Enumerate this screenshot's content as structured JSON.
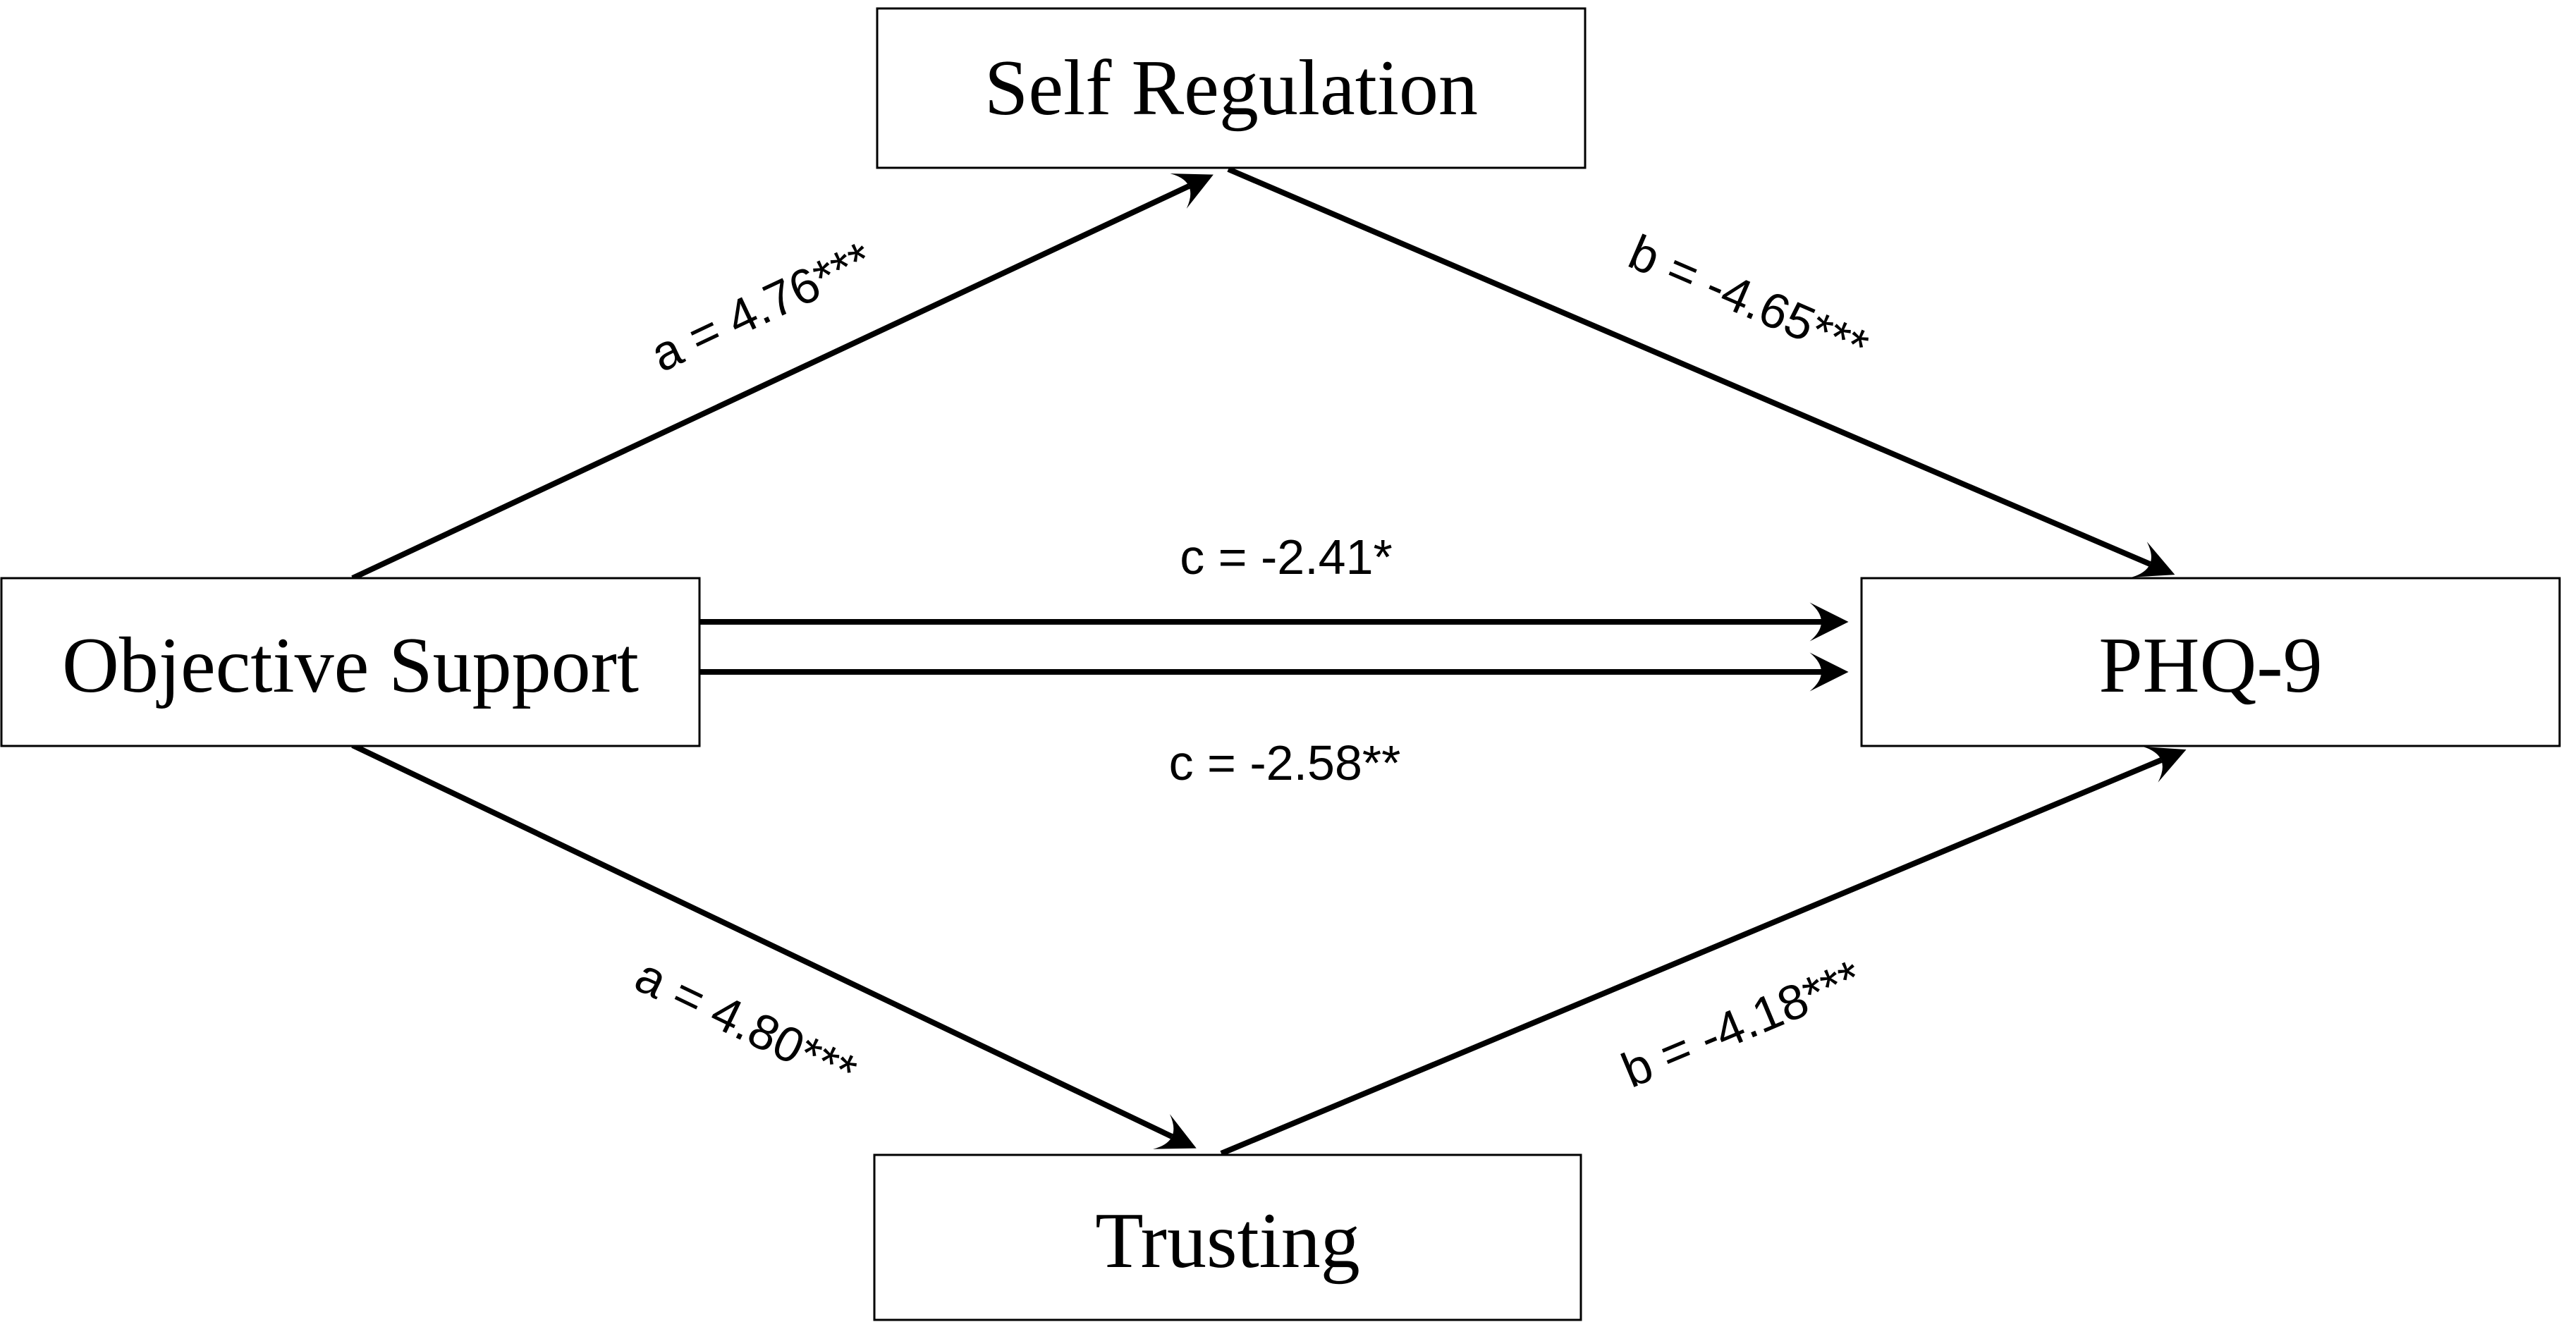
{
  "figure": {
    "type": "mediation-path-diagram",
    "background_color": "#ffffff",
    "ink_color": "#000000",
    "nodes": {
      "self_regulation": {
        "label": "Self Regulation",
        "role": "mediator-top"
      },
      "objective_support": {
        "label": "Objective Support",
        "role": "predictor-left"
      },
      "phq9": {
        "label": "PHQ-9",
        "role": "outcome-right"
      },
      "trusting": {
        "label": "Trusting",
        "role": "mediator-bottom"
      }
    },
    "paths": {
      "a_self_regulation": {
        "label": "a = 4.76***",
        "from": "Objective Support",
        "to": "Self Regulation"
      },
      "b_self_regulation": {
        "label": "b = -4.65***",
        "from": "Self Regulation",
        "to": "PHQ-9"
      },
      "c_direct_upper": {
        "label": "c = -2.41*",
        "from": "Objective Support",
        "to": "PHQ-9"
      },
      "c_direct_lower": {
        "label": "c = -2.58**",
        "from": "Objective Support",
        "to": "PHQ-9"
      },
      "a_trusting": {
        "label": "a = 4.80***",
        "from": "Objective Support",
        "to": "Trusting"
      },
      "b_trusting": {
        "label": "b = -4.18***",
        "from": "Trusting",
        "to": "PHQ-9"
      }
    }
  }
}
